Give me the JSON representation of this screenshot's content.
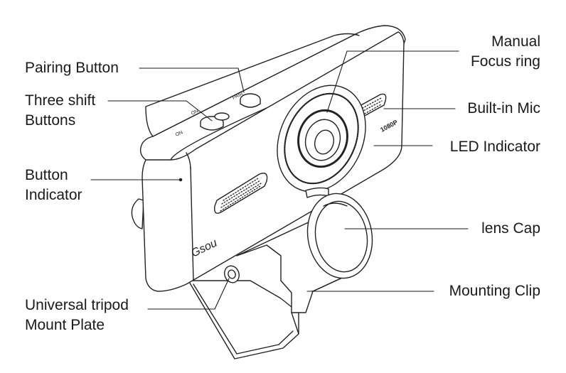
{
  "labels": {
    "pairing_button": "Pairing Button",
    "three_shift_line1": "Three shift",
    "three_shift_line2": "Buttons",
    "button_indicator_line1": "Button",
    "button_indicator_line2": "Indicator",
    "tripod_line1": "Universal tripod",
    "tripod_line2": "Mount Plate",
    "manual_focus_line1": "Manual",
    "manual_focus_line2": "Focus ring",
    "builtin_mic": "Built-in Mic",
    "led_indicator": "LED Indicator",
    "lens_cap": "lens Cap",
    "mounting_clip": "Mounting Clip"
  },
  "device": {
    "brand_logo": "Gsou",
    "resolution_badge": "1080P"
  },
  "colors": {
    "line": "#1a1a1a",
    "text": "#1a1a1a",
    "background": "#ffffff"
  }
}
